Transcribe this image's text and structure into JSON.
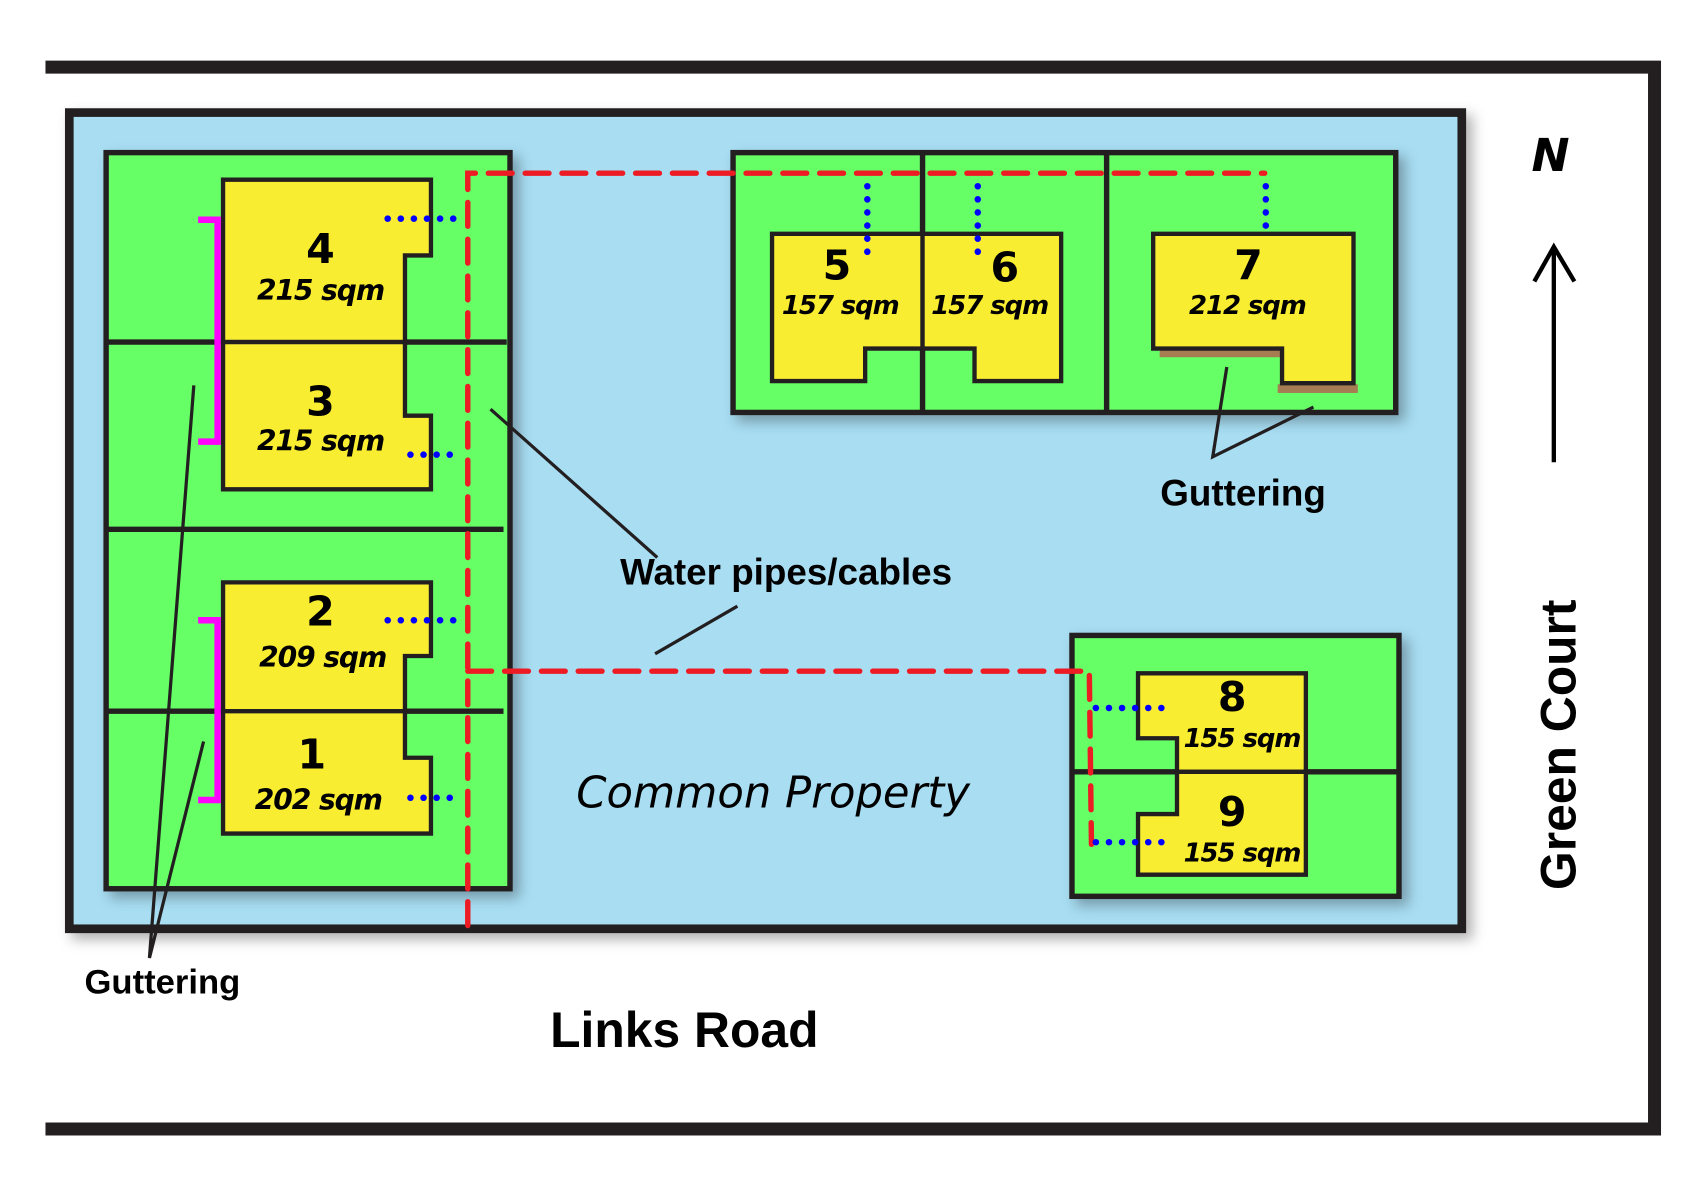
{
  "diagram": {
    "type": "site-plan",
    "roads": {
      "bottom": "Links Road",
      "right": "Green Court"
    },
    "north_label": "N",
    "common_property_label": "Common Property",
    "annotations": {
      "water_pipes": "Water pipes/cables",
      "guttering_left": "Guttering",
      "guttering_right": "Guttering"
    },
    "units": [
      {
        "number": "1",
        "area": "202 sqm"
      },
      {
        "number": "2",
        "area": "209 sqm"
      },
      {
        "number": "3",
        "area": "215 sqm"
      },
      {
        "number": "4",
        "area": "215 sqm"
      },
      {
        "number": "5",
        "area": "157 sqm"
      },
      {
        "number": "6",
        "area": "157 sqm"
      },
      {
        "number": "7",
        "area": "212 sqm"
      },
      {
        "number": "8",
        "area": "155 sqm"
      },
      {
        "number": "9",
        "area": "155 sqm"
      }
    ],
    "colors": {
      "common_property": "#a8ddf2",
      "lot_yard": "#66ff66",
      "dwelling": "#f9ed32",
      "water_pipes_main": "#ed1c24",
      "service_connection": "#0000ff",
      "guttering_magenta": "#ff00ff",
      "guttering_brown": "#a67c52"
    }
  }
}
